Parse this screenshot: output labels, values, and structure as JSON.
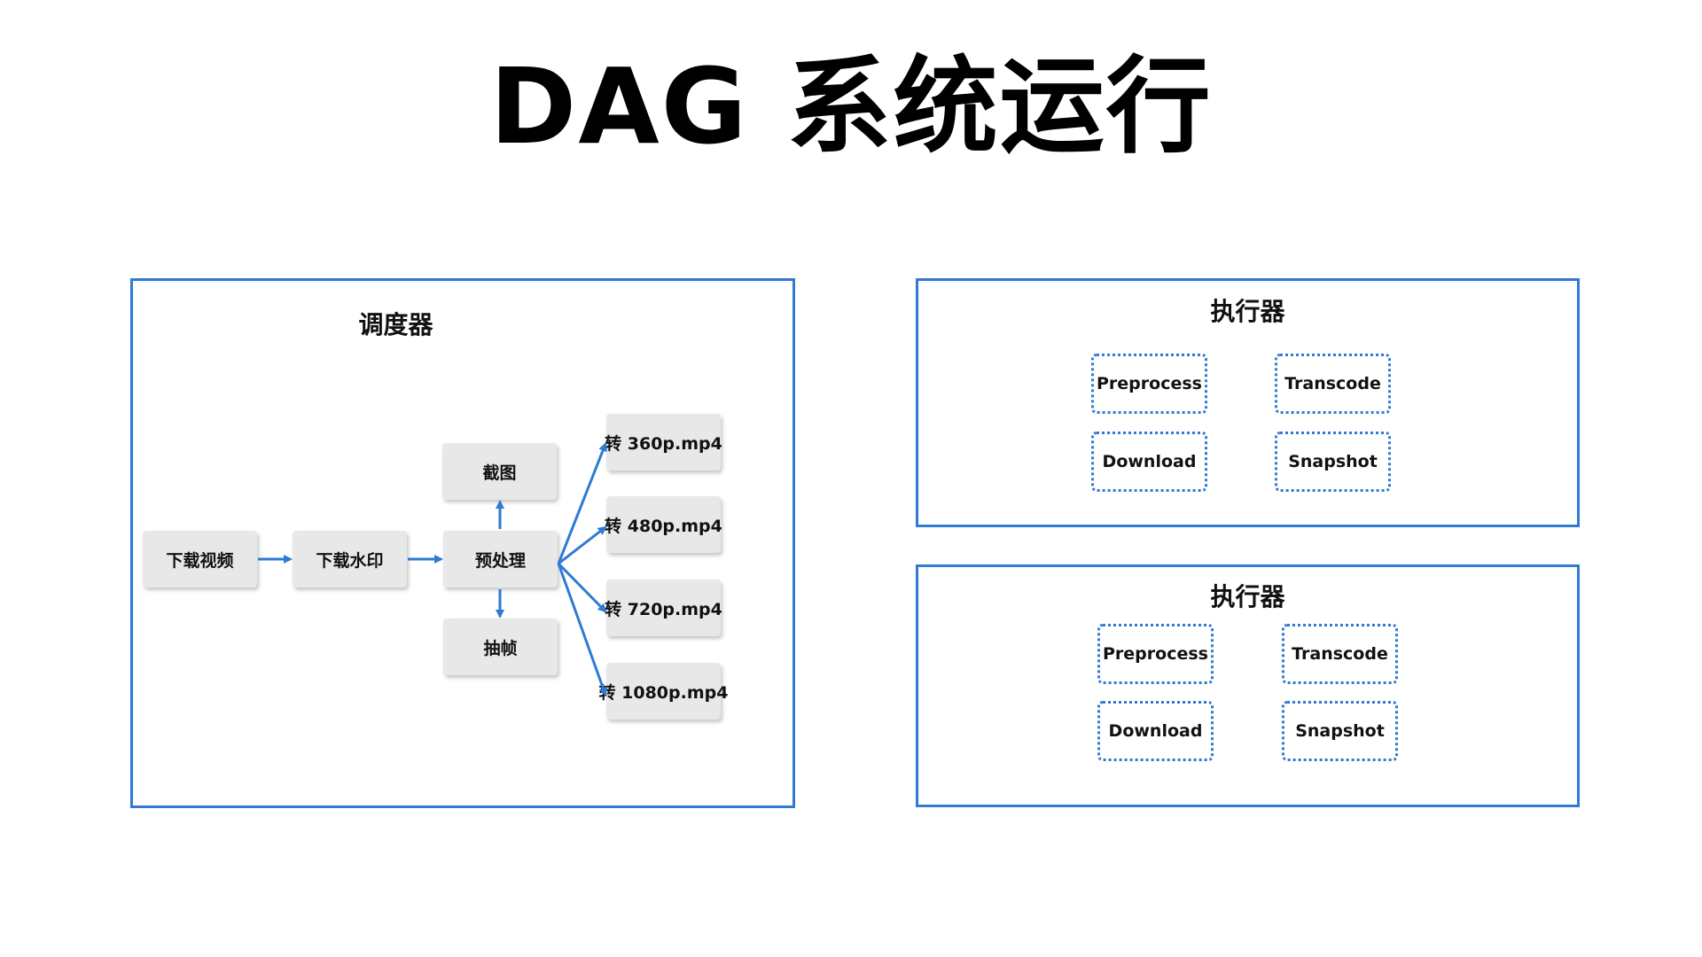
{
  "title": "DAG 系统运行",
  "colors": {
    "border": "#2f7ad4",
    "node_fill": "#e8e8e8",
    "arrow": "#2f7ad4"
  },
  "scheduler": {
    "title": "调度器",
    "nodes": {
      "download_video": "下载视频",
      "download_watermark": "下载水印",
      "preprocess": "预处理",
      "screenshot": "截图",
      "frame_extract": "抽帧",
      "t360": "转 360p.mp4",
      "t480": "转 480p.mp4",
      "t720": "转 720p.mp4",
      "t1080": "转 1080p.mp4"
    }
  },
  "executors": [
    {
      "title": "执行器",
      "workers": [
        "Preprocess",
        "Transcode",
        "Download",
        "Snapshot"
      ]
    },
    {
      "title": "执行器",
      "workers": [
        "Preprocess",
        "Transcode",
        "Download",
        "Snapshot"
      ]
    }
  ]
}
